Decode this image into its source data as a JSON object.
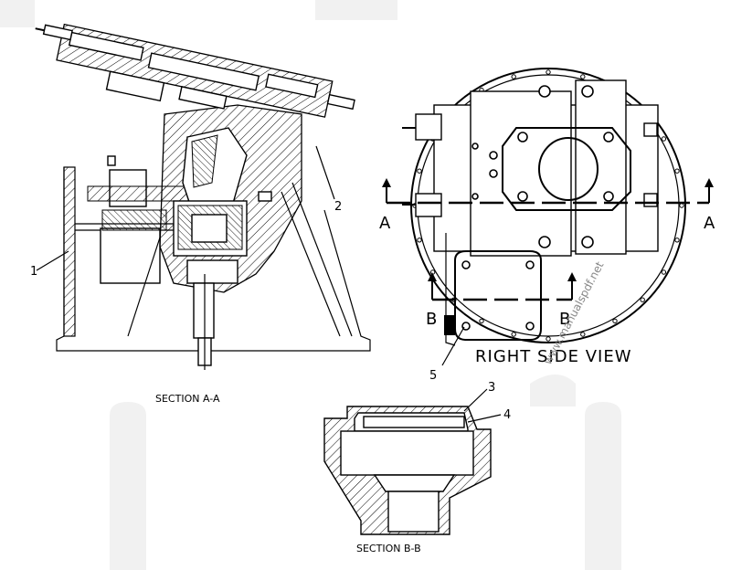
{
  "labels": {
    "section_aa": "SECTION A-A",
    "section_bb": "SECTION B-B",
    "right_side_view": "RIGHT SIDE VIEW",
    "cut_a_left": "A",
    "cut_a_right": "A",
    "cut_b_left": "B",
    "cut_b_right": "B",
    "watermark": "www.manualspdf.net"
  },
  "callouts": {
    "c1": "1",
    "c2": "2",
    "c3": "3",
    "c4": "4",
    "c5": "5"
  }
}
